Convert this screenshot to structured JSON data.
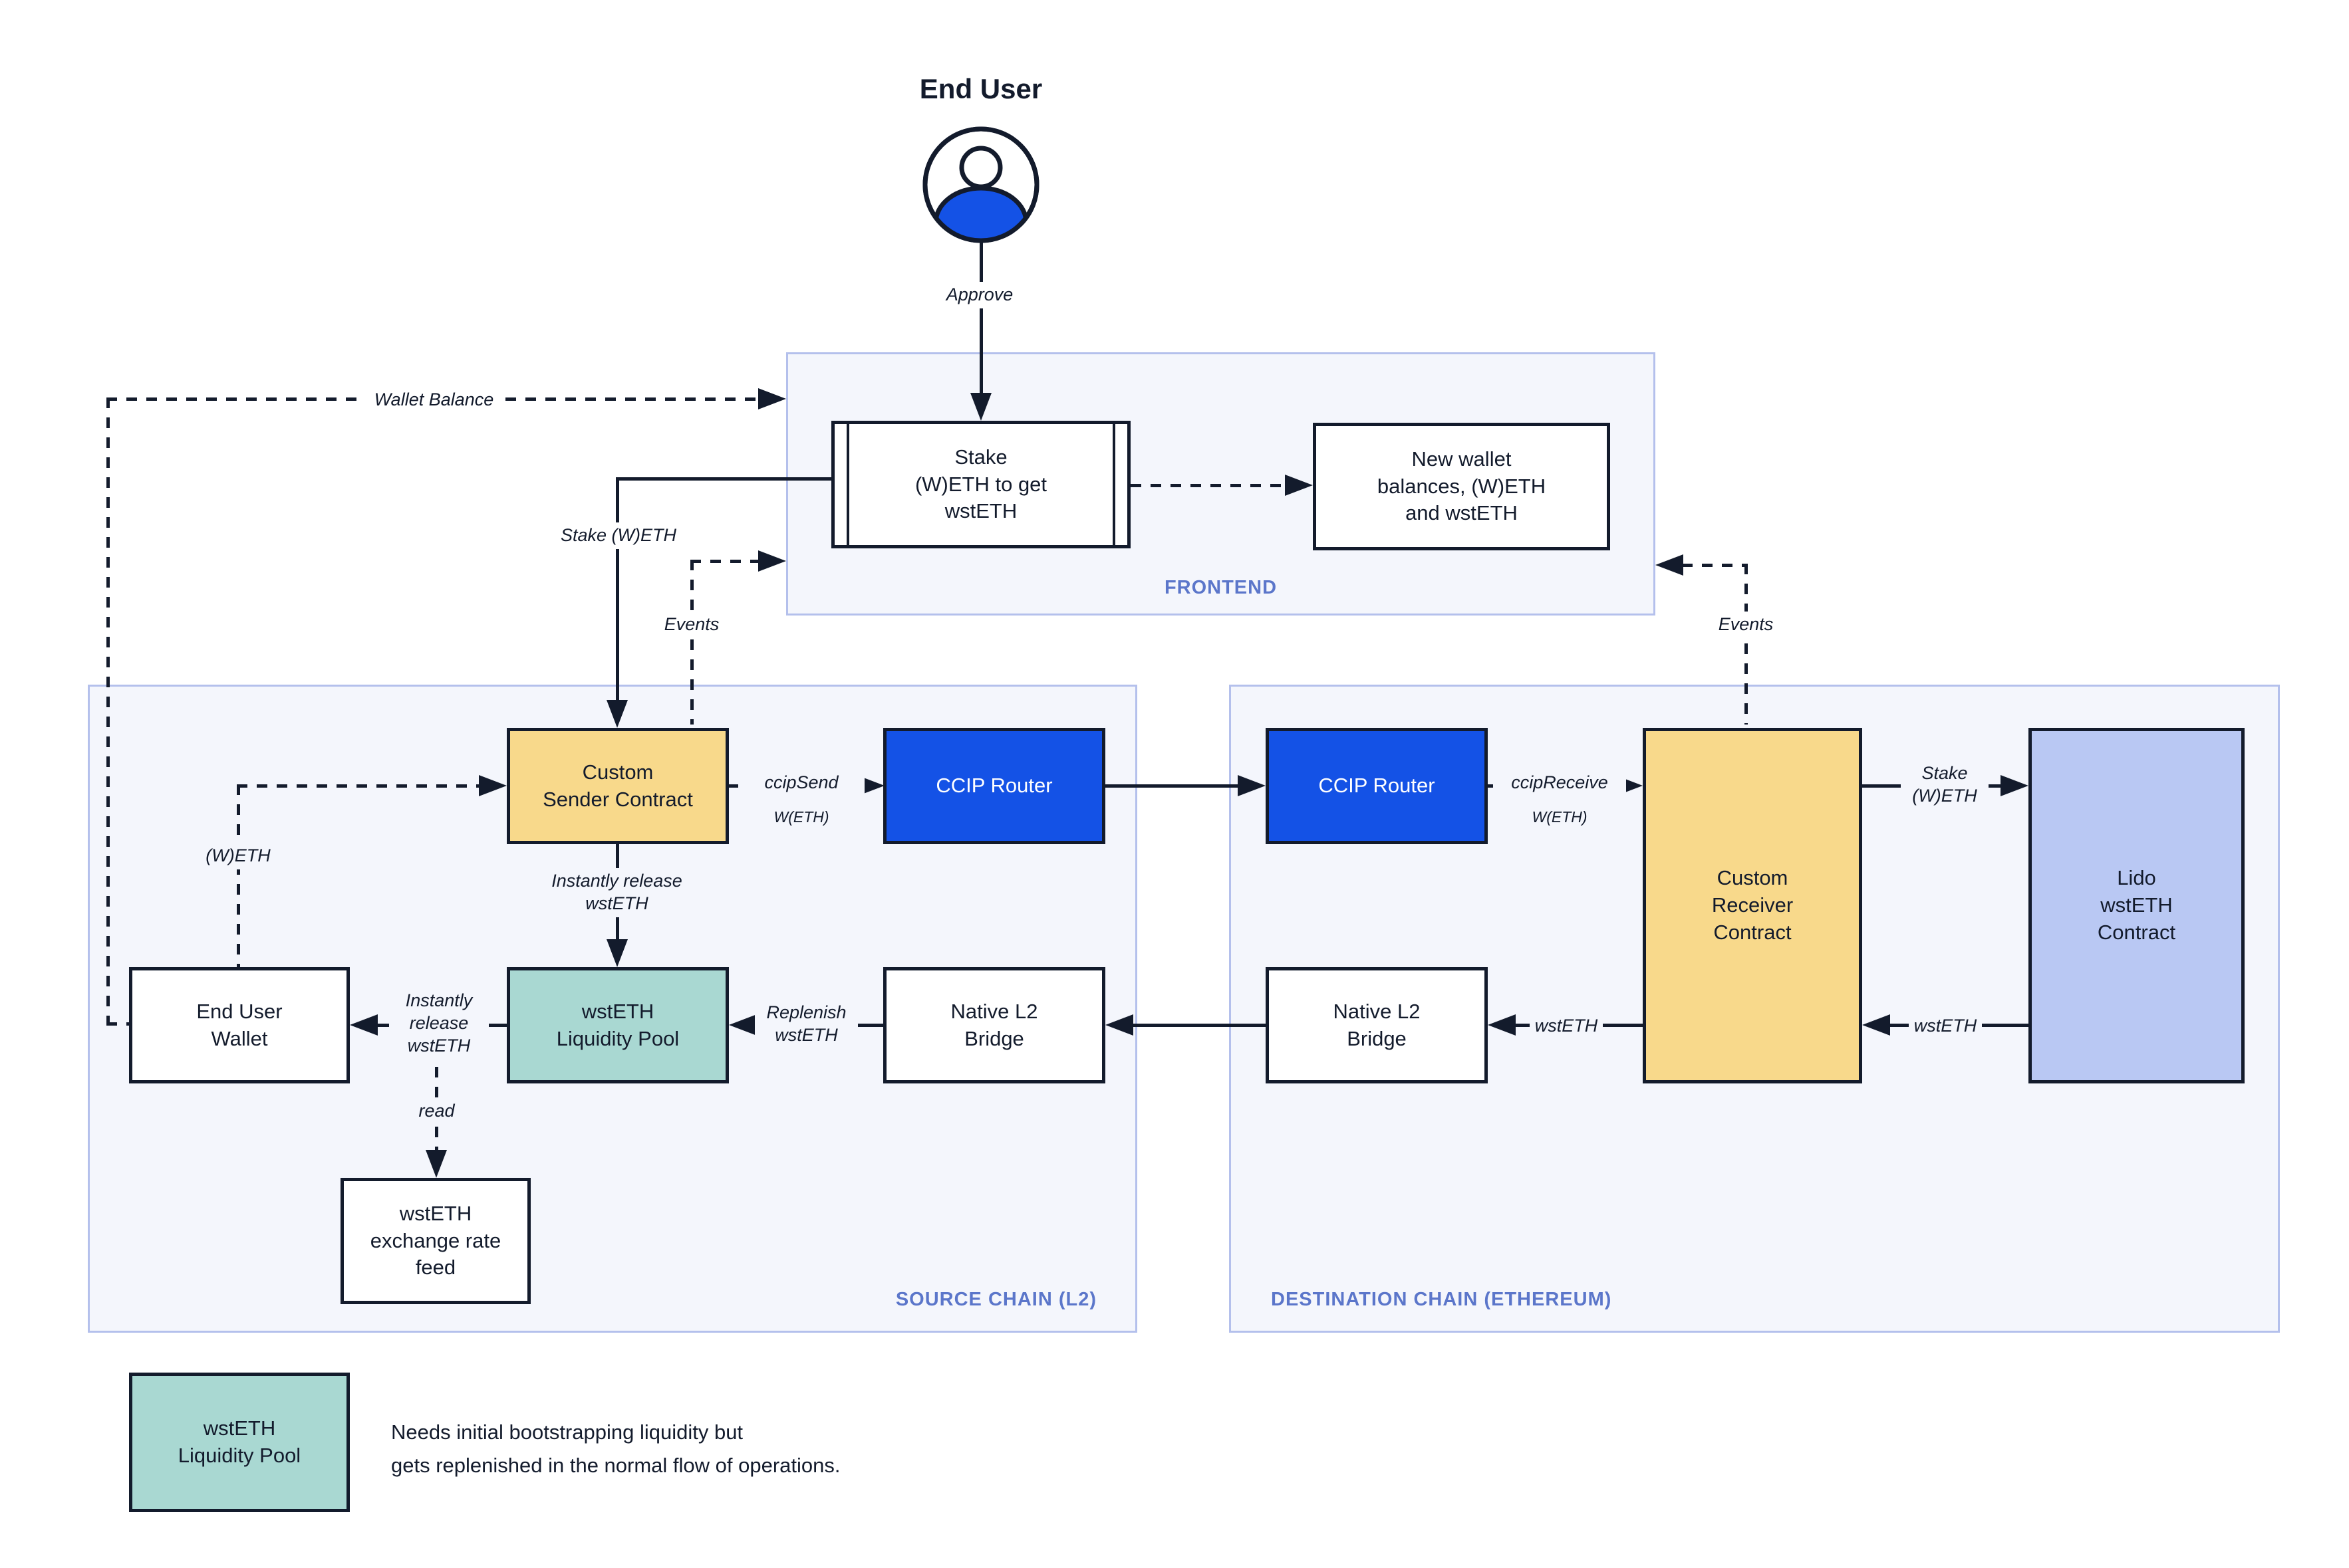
{
  "user": {
    "title": "End User"
  },
  "containers": {
    "frontend": {
      "label": "FRONTEND"
    },
    "source": {
      "label": "SOURCE CHAIN (L2)"
    },
    "destination": {
      "label": "DESTINATION CHAIN (ETHEREUM)"
    }
  },
  "nodes": {
    "stake_ui": "Stake\n(W)ETH to get\nwstETH",
    "new_wallet": "New wallet\nbalances, (W)ETH\nand wstETH",
    "custom_sender": "Custom\nSender Contract",
    "ccip_router_left": "CCIP Router",
    "ccip_router_right": "CCIP Router",
    "custom_receiver": "Custom\nReceiver\nContract",
    "lido": "Lido\nwstETH\nContract",
    "wallet": "End User\nWallet",
    "pool": "wstETH\nLiquidity Pool",
    "bridge_left": "Native L2\nBridge",
    "bridge_right": "Native L2\nBridge",
    "rate_feed": "wstETH\nexchange rate\nfeed"
  },
  "edges": {
    "approve": "Approve",
    "wallet_balance": "Wallet Balance",
    "stake_weth": "Stake (W)ETH",
    "events_left": "Events",
    "events_right": "Events",
    "ccip_send": "ccipSend",
    "ccip_send_asset": "W(ETH)",
    "ccip_receive": "ccipReceive",
    "ccip_receive_asset": "W(ETH)",
    "instantly_release_vertical": "Instantly release\nwstETH",
    "weth": "(W)ETH",
    "instantly_release": "Instantly\nrelease\nwstETH",
    "replenish": "Replenish\nwstETH",
    "read": "read",
    "wsteth_receiver_to_bridge": "wstETH",
    "stake_weth_lido": "Stake\n(W)ETH",
    "wsteth_from_lido": "wstETH"
  },
  "legend": {
    "box": "wstETH\nLiquidity Pool",
    "note": "Needs initial bootstrapping liquidity but\ngets replenished in the normal flow of operations."
  },
  "colors": {
    "accent_blue": "#1452e6",
    "yellow": "#f8d98b",
    "teal": "#a9d8d2",
    "periwinkle": "#b9c8f3",
    "container_fill": "#f4f6fc",
    "container_border": "#b4c0ec",
    "label_blue": "#5b76ca",
    "stroke": "#131b2c"
  }
}
